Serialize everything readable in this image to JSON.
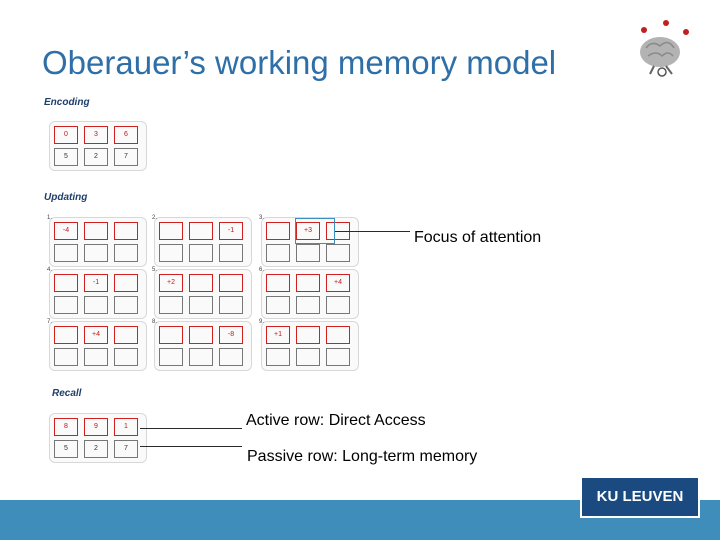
{
  "slide": {
    "title": "Oberauer’s working memory model",
    "logo_text": "KU LEUVEN",
    "mascot_icon": "brain-juggler-icon"
  },
  "sections": {
    "encoding": "Encoding",
    "updating": "Updating",
    "recall": "Recall"
  },
  "encoding_grid": {
    "top": [
      "0",
      "3",
      "6"
    ],
    "bottom": [
      "5",
      "2",
      "7"
    ]
  },
  "updating_steps": [
    {
      "num": "1.",
      "value": "-4",
      "col": 0
    },
    {
      "num": "2.",
      "value": "-1",
      "col": 2
    },
    {
      "num": "3.",
      "value": "+3",
      "col": 1
    },
    {
      "num": "4.",
      "value": "-1",
      "col": 1
    },
    {
      "num": "5.",
      "value": "+2",
      "col": 0
    },
    {
      "num": "6.",
      "value": "+4",
      "col": 2
    },
    {
      "num": "7.",
      "value": "+4",
      "col": 1
    },
    {
      "num": "8.",
      "value": "-8",
      "col": 2
    },
    {
      "num": "9.",
      "value": "+1",
      "col": 0
    }
  ],
  "recall_grid": {
    "top": [
      "8",
      "9",
      "1"
    ],
    "bottom": [
      "5",
      "2",
      "7"
    ]
  },
  "callouts": {
    "focus": "Focus of attention",
    "active_row": "Active row: Direct Access",
    "passive_row": "Passive row: Long-term memory"
  },
  "colors": {
    "title": "#2e6fa8",
    "footer": "#3f8dbb",
    "logo_bg": "#1a4a80",
    "cell_border": "#d02020",
    "focus_box": "#3a8fbf"
  }
}
